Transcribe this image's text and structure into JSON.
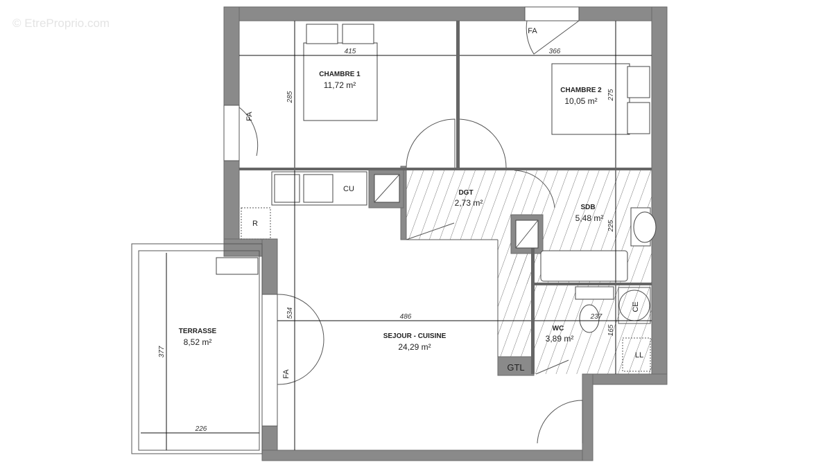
{
  "watermark": "© EtreProprio.com",
  "colors": {
    "wall": "#8a8a8a",
    "line": "#444444",
    "background": "#ffffff"
  },
  "rooms": {
    "chambre1": {
      "name": "CHAMBRE 1",
      "area": "11,72 m²"
    },
    "chambre2": {
      "name": "CHAMBRE 2",
      "area": "10,05 m²"
    },
    "dgt": {
      "name": "DGT",
      "area": "2,73 m²"
    },
    "sdb": {
      "name": "SDB",
      "area": "5,48 m²"
    },
    "wc": {
      "name": "WC",
      "area": "3,89 m²"
    },
    "sejour": {
      "name": "SEJOUR - CUISINE",
      "area": "24,29 m²"
    },
    "terrasse": {
      "name": "TERRASSE",
      "area": "8,52 m²"
    }
  },
  "dimensions": {
    "chambre1_width": "415",
    "chambre1_depth": "285",
    "chambre2_width": "366",
    "chambre2_depth": "275",
    "sdb_depth": "225",
    "sejour_width": "486",
    "sejour_depth": "534",
    "wc_width": "237",
    "wc_depth": "165",
    "terrasse_depth": "377",
    "terrasse_width": "226"
  },
  "labels": {
    "fa": "FA",
    "cu": "CU",
    "r": "R",
    "gtl": "GTL",
    "ce": "CE",
    "ll": "LL"
  }
}
